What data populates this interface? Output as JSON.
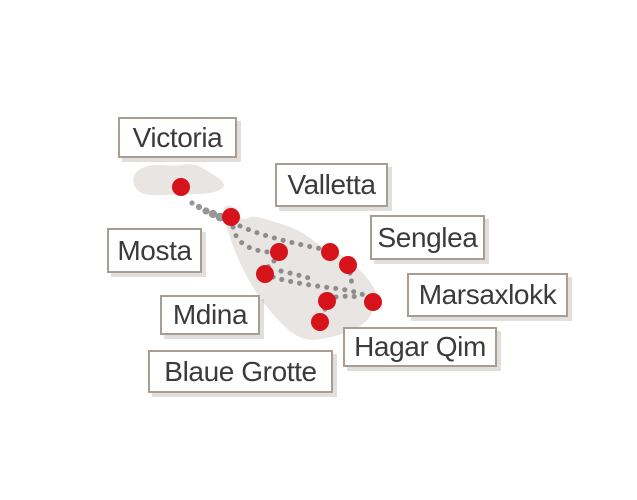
{
  "colors": {
    "background": "#ffffff",
    "island_fill": "#e8e5e2",
    "island_stroke": "#ffffff",
    "stop_dot": "#d6131b",
    "route_dot": "#8d8d8d",
    "ferry_dot": "#979797",
    "label_background": "#ffffff",
    "label_border": "#a89d95",
    "label_text": "#3b3b3a"
  },
  "map": {
    "labels": [
      {
        "id": "victoria",
        "text": "Victoria"
      },
      {
        "id": "valletta",
        "text": "Valletta"
      },
      {
        "id": "mosta",
        "text": "Mosta"
      },
      {
        "id": "senglea",
        "text": "Senglea"
      },
      {
        "id": "marsaxlokk",
        "text": "Marsaxlokk"
      },
      {
        "id": "mdina",
        "text": "Mdina"
      },
      {
        "id": "hagar_qim",
        "text": "Hagar Qim"
      },
      {
        "id": "blaue_grotte",
        "text": "Blaue Grotte"
      }
    ]
  }
}
